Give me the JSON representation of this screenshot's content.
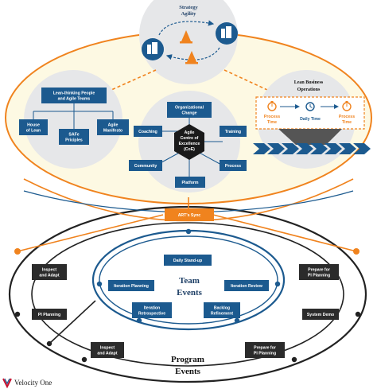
{
  "strategy": {
    "title_line1": "Strategy",
    "title_line2": "Agility"
  },
  "lean_thinking": {
    "title_line1": "Lean-thinking People",
    "title_line2": "and Agile Teams",
    "items": [
      {
        "l1": "House",
        "l2": "of Lean"
      },
      {
        "l1": "SAFe",
        "l2": "Priciples"
      },
      {
        "l1": "Agile",
        "l2": "Manifesto"
      }
    ]
  },
  "coe": {
    "center_lines": [
      "Agile",
      "Centre of",
      "Excellence",
      "(CoE)"
    ],
    "org_change": {
      "l1": "Organizational",
      "l2": "Change"
    },
    "coaching": "Coaching",
    "training": "Training",
    "community": "Community",
    "process": "Process",
    "platform": "Platform"
  },
  "lean_ops": {
    "title_line1": "Lean Business",
    "title_line2": "Operations",
    "process_time_1": {
      "l1": "Process",
      "l2": "Time"
    },
    "daily_time": "Daily Time",
    "process_time_2": {
      "l1": "Process",
      "l2": "Time"
    }
  },
  "art_sync": "ART's Sync",
  "team_events": {
    "title_line1": "Team",
    "title_line2": "Events",
    "daily_standup": "Daily Stand-up",
    "iteration_planning": "Iteration Planning",
    "iteration_review": "Iteration Review",
    "iteration_retro": {
      "l1": "Iteration",
      "l2": "Retrospective"
    },
    "backlog_refinement": {
      "l1": "Backlog",
      "l2": "Refinement"
    }
  },
  "program_events": {
    "title_line1": "Program",
    "title_line2": "Events",
    "inspect_adapt_top": {
      "l1": "Inspect",
      "l2": "and Adapt"
    },
    "prepare_pi_top": {
      "l1": "Prepare for",
      "l2": "PI Planning"
    },
    "pi_planning": "PI Planning",
    "system_demo": "System Demo",
    "inspect_adapt_bottom": {
      "l1": "Inspect",
      "l2": "and Adapt"
    },
    "prepare_pi_bottom": {
      "l1": "Prepare for",
      "l2": "PI Planning"
    }
  },
  "brand": {
    "name": "Velocity One"
  },
  "colors": {
    "navy": "#1c5a8f",
    "orange": "#f0831e",
    "dark_box": "#2b2b2b",
    "gray_bubble": "#e6e7e9",
    "cream": "#fdf9e3"
  }
}
